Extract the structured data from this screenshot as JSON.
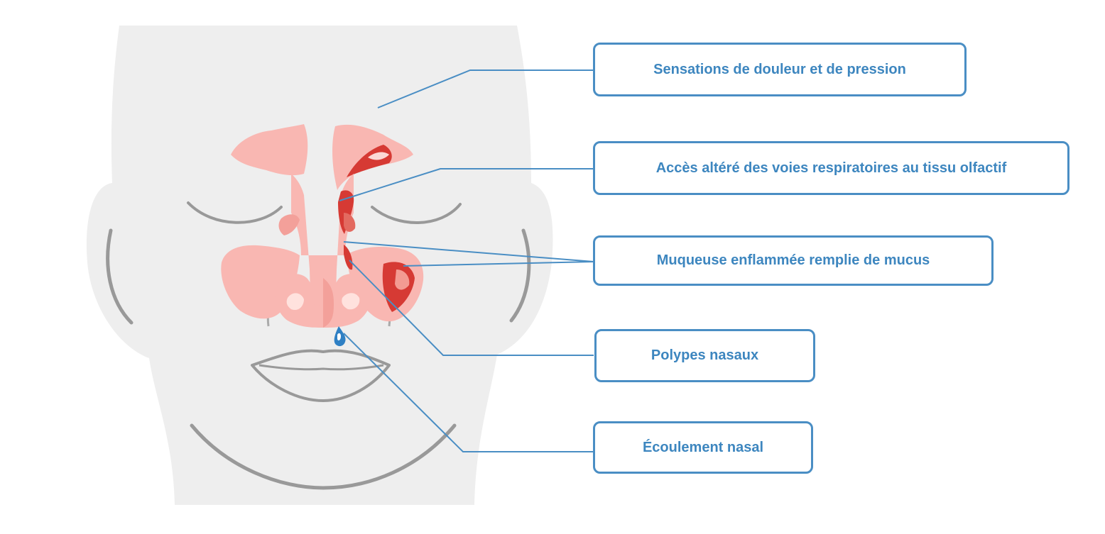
{
  "labels": {
    "pain": "Sensations de douleur et de pression",
    "airway": "Accès altéré des voies respiratoires au tissu olfactif",
    "mucosa": "Muqueuse enflammée remplie de mucus",
    "polyps": "Polypes nasaux",
    "discharge": "Écoulement nasal"
  },
  "colors": {
    "face": "#eeeeee",
    "outline": "#999999",
    "sinus": "#f9b7b2",
    "sinus_dark": "#f3a09a",
    "inflamed": "#d63a34",
    "leader": "#4a8ec4",
    "drop": "#2f80c4",
    "text": "#3d86bf"
  }
}
